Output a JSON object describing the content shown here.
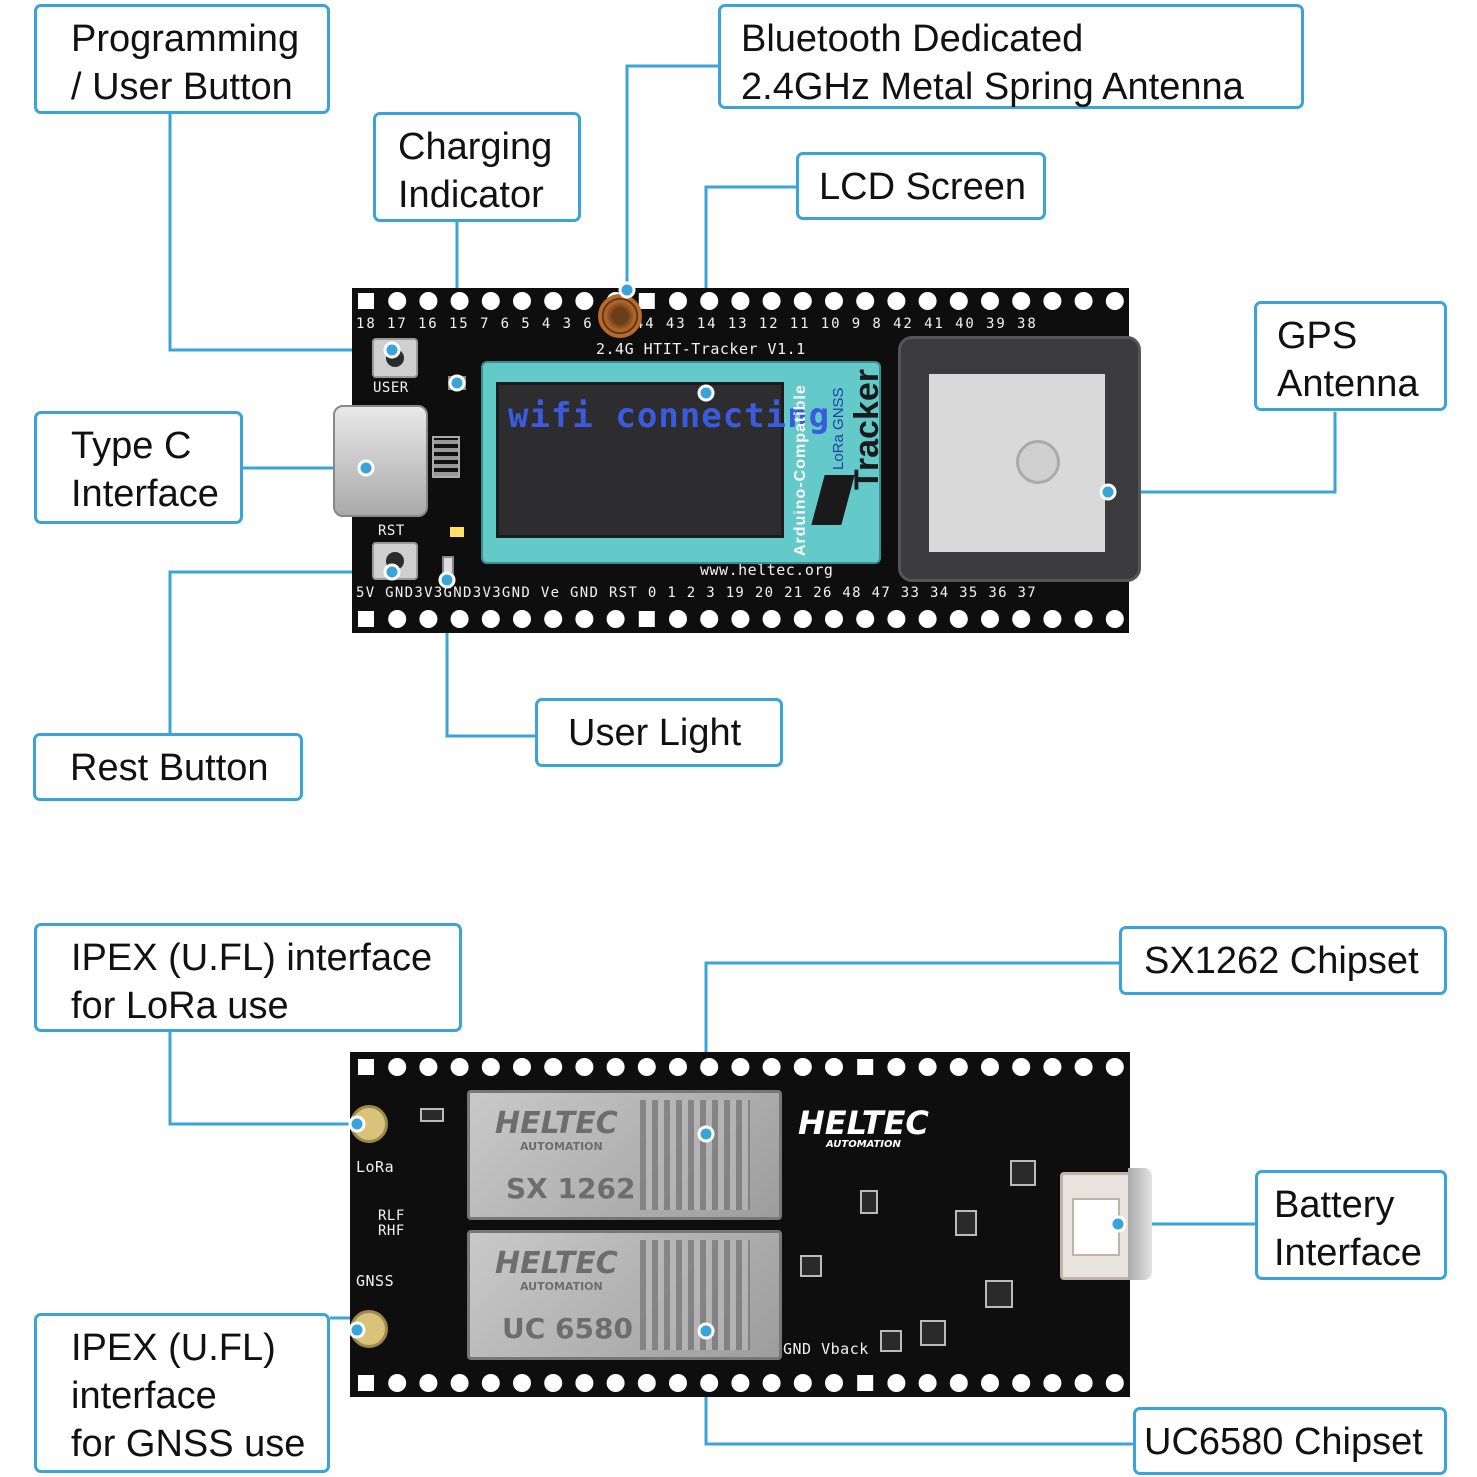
{
  "top_callouts": {
    "programming": [
      "Programming",
      "/ User Button"
    ],
    "bluetooth": [
      "Bluetooth Dedicated",
      "2.4GHz Metal Spring Antenna"
    ],
    "charging": [
      "Charging",
      "Indicator"
    ],
    "lcd": [
      "LCD Screen"
    ],
    "gps": [
      "GPS",
      "Antenna"
    ],
    "typec": [
      "Type C",
      "Interface"
    ],
    "rest": [
      "Rest Button"
    ],
    "userlight": [
      "User Light"
    ]
  },
  "bottom_callouts": {
    "ipex_lora": [
      "IPEX (U.FL) interface",
      "for LoRa use"
    ],
    "sx1262": [
      "SX1262 Chipset"
    ],
    "battery": [
      "Battery",
      "Interface"
    ],
    "ipex_gnss": [
      "IPEX (U.FL)",
      "interface",
      "for GNSS use"
    ],
    "uc6580": [
      "UC6580 Chipset"
    ]
  },
  "top_board": {
    "pins_top": "18  17  16  15   7   6   5   4   3   6  45  44  43  14  13  12  11  10   9   8  42  41  40  39  38",
    "pins_bottom": "5V GND3V3GND3V3GND Ve GND    RST  0   1   2   3  19  20  21  26  48  47  33  34  35  36  37",
    "board_name": "2.4G   HTIT-Tracker  V1.1",
    "user_label": "USER",
    "rst_label": "RST",
    "url": "www.heltec.org",
    "lcd_text": "wifi connecting",
    "side_text": "Arduino-Compatible",
    "brand_small": "LoRa GNSS",
    "brand_big": "Tracker"
  },
  "bottom_board": {
    "lora_label": "LoRa",
    "rlf_label": "RLF",
    "rhf_label": "RHF",
    "gnss_label": "GNSS",
    "shield1_brand": "HELTEC",
    "shield1_sub": "AUTOMATION",
    "shield1_chip": "SX 1262",
    "shield2_brand": "HELTEC",
    "shield2_sub": "AUTOMATION",
    "shield2_chip": "UC 6580",
    "logo": "HELTEC",
    "logo_sub": "AUTOMATION",
    "gnd_vback": "GND Vback"
  },
  "colors": {
    "accent": "#3aa3d8",
    "board": "#0e0e0f",
    "lcd_bezel": "#63c9c9",
    "lcd_text": "#3b5bdf"
  }
}
